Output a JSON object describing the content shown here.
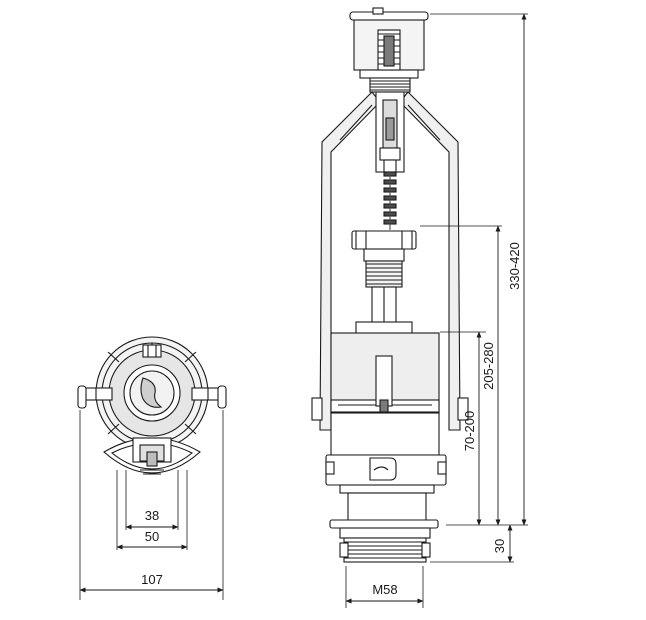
{
  "colors": {
    "line": "#1a1a1a",
    "fill_light": "#f2f2f2",
    "fill_mid": "#d9d9d9",
    "fill_dark": "#8c8c8c"
  },
  "dimensions": {
    "width_38": "38",
    "width_50": "50",
    "width_107": "107",
    "height_330_420": "330-420",
    "height_205_280": "205-280",
    "height_70_200": "70-200",
    "height_30": "30",
    "thread_m58": "M58"
  }
}
